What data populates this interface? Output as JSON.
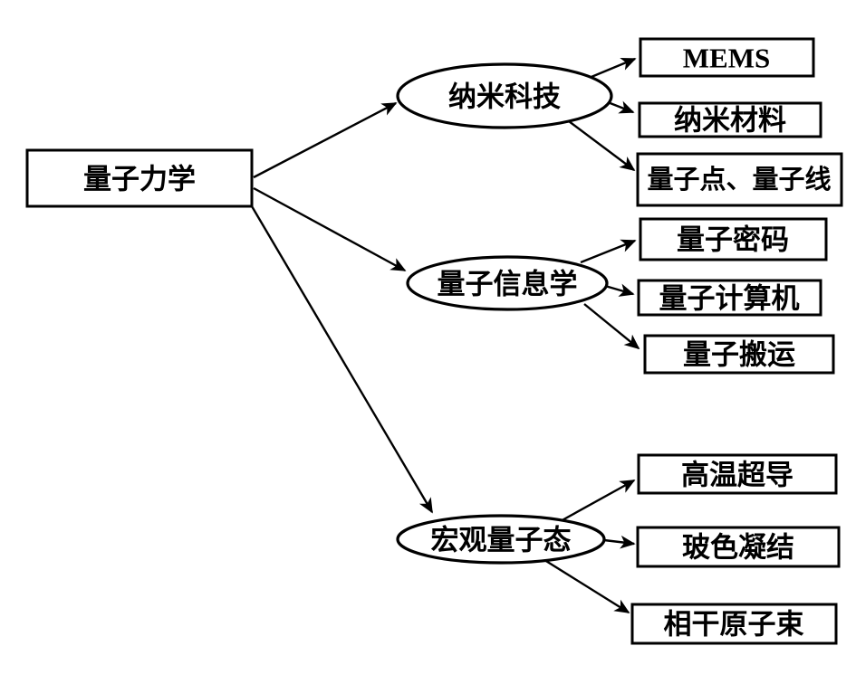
{
  "page": {
    "background_color": "#ffffff",
    "stroke_color": "#000000"
  },
  "diagram": {
    "type": "concept-tree",
    "root": {
      "label": "量子力学"
    },
    "branches": [
      {
        "label": "纳米科技",
        "children": [
          {
            "label": "MEMS"
          },
          {
            "label": "纳米材料"
          },
          {
            "label": "量子点、量子线"
          }
        ]
      },
      {
        "label": "量子信息学",
        "children": [
          {
            "label": "量子密码"
          },
          {
            "label": "量子计算机"
          },
          {
            "label": "量子搬运"
          }
        ]
      },
      {
        "label": "宏观量子态",
        "children": [
          {
            "label": "高温超导"
          },
          {
            "label": "玻色凝结"
          },
          {
            "label": "相干原子束"
          }
        ]
      }
    ],
    "edges": [
      {
        "from": "量子力学",
        "to": "纳米科技"
      },
      {
        "from": "量子力学",
        "to": "量子信息学"
      },
      {
        "from": "量子力学",
        "to": "宏观量子态"
      },
      {
        "from": "纳米科技",
        "to": "MEMS"
      },
      {
        "from": "纳米科技",
        "to": "纳米材料"
      },
      {
        "from": "纳米科技",
        "to": "量子点、量子线"
      },
      {
        "from": "量子信息学",
        "to": "量子密码"
      },
      {
        "from": "量子信息学",
        "to": "量子计算机"
      },
      {
        "from": "量子信息学",
        "to": "量子搬运"
      },
      {
        "from": "宏观量子态",
        "to": "高温超导"
      },
      {
        "from": "宏观量子态",
        "to": "玻色凝结"
      },
      {
        "from": "宏观量子态",
        "to": "相干原子束"
      }
    ]
  }
}
